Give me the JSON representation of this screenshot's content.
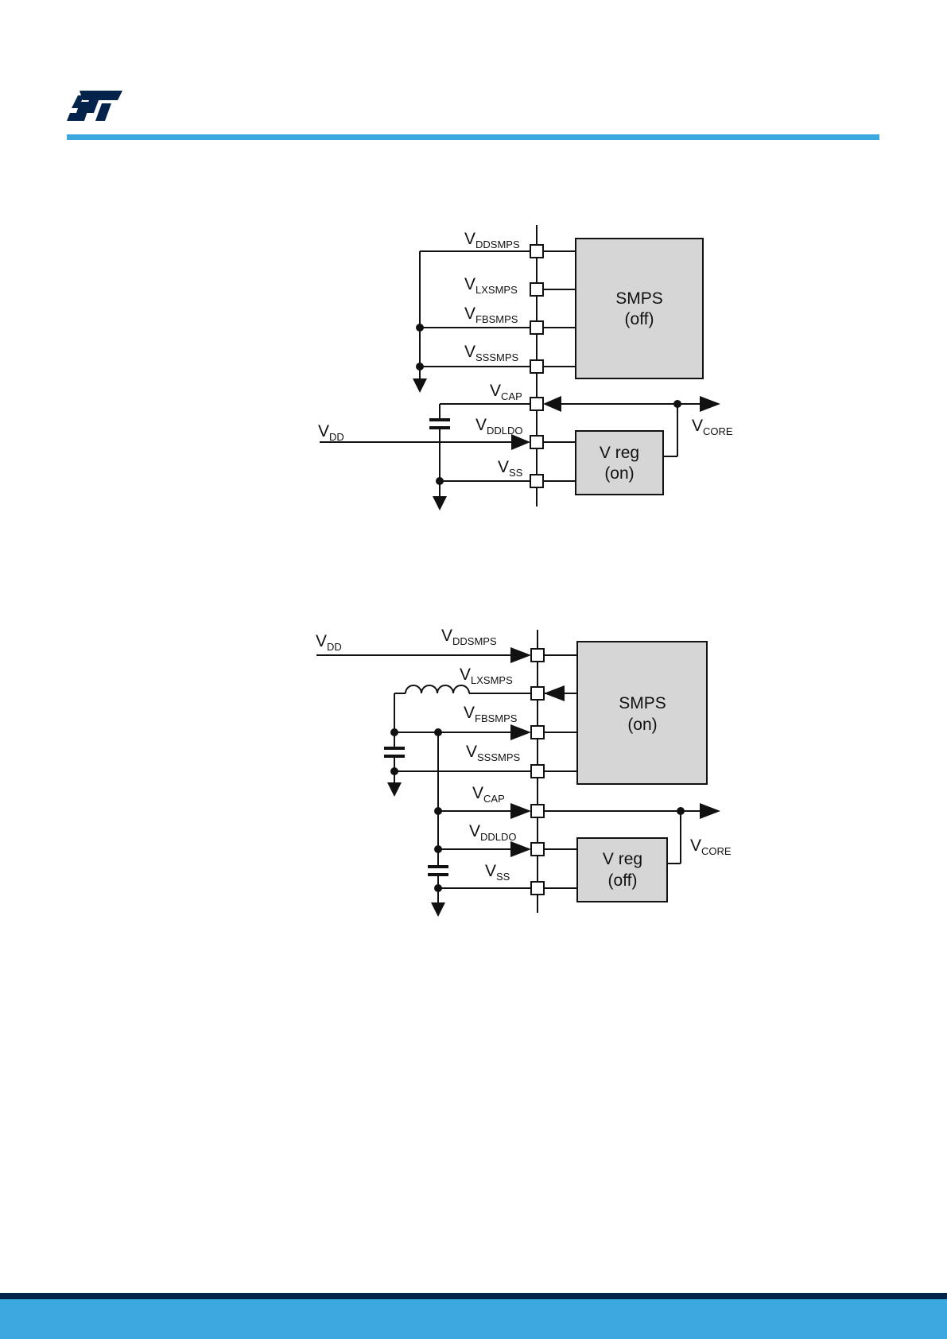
{
  "brand": {
    "logo_text": "ST",
    "accent_color": "#3ca8e0",
    "footer_dark_color": "#03234b"
  },
  "diagram_top": {
    "pins": [
      {
        "main": "V",
        "sub": "DDSMPS"
      },
      {
        "main": "V",
        "sub": "LXSMPS"
      },
      {
        "main": "V",
        "sub": "FBSMPS"
      },
      {
        "main": "V",
        "sub": "SSSMPS"
      },
      {
        "main": "V",
        "sub": "CAP"
      },
      {
        "main": "V",
        "sub": "DDLDO"
      },
      {
        "main": "V",
        "sub": "SS"
      }
    ],
    "vdd": {
      "main": "V",
      "sub": "DD"
    },
    "vcore": {
      "main": "V",
      "sub": "CORE"
    },
    "smps_block": {
      "line1": "SMPS",
      "line2": "(off)"
    },
    "vreg_block": {
      "line1": "V reg",
      "line2": "(on)"
    }
  },
  "diagram_bottom": {
    "pins": [
      {
        "main": "V",
        "sub": "DDSMPS"
      },
      {
        "main": "V",
        "sub": "LXSMPS"
      },
      {
        "main": "V",
        "sub": "FBSMPS"
      },
      {
        "main": "V",
        "sub": "SSSMPS"
      },
      {
        "main": "V",
        "sub": "CAP"
      },
      {
        "main": "V",
        "sub": "DDLDO"
      },
      {
        "main": "V",
        "sub": "SS"
      }
    ],
    "vdd": {
      "main": "V",
      "sub": "DD"
    },
    "vcore": {
      "main": "V",
      "sub": "CORE"
    },
    "smps_block": {
      "line1": "SMPS",
      "line2": "(on)"
    },
    "vreg_block": {
      "line1": "V reg",
      "line2": "(off)"
    }
  }
}
